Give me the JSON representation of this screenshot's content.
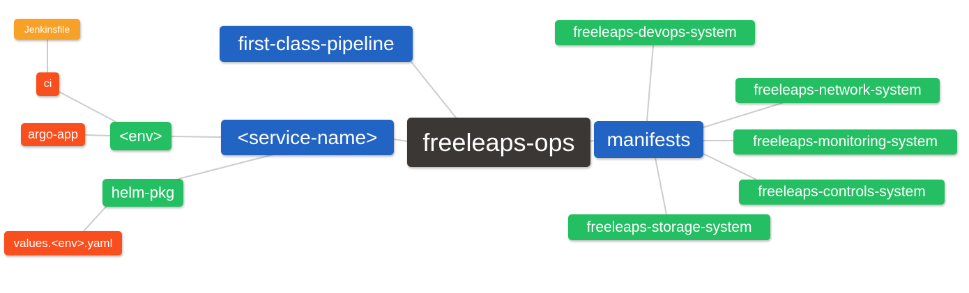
{
  "colors": {
    "blue": "#2164c4",
    "green": "#23bf62",
    "red": "#f94e1d",
    "orange": "#f7a128",
    "dark": "#3b3735",
    "edge": "#cccccc",
    "background": "#ffffff"
  },
  "diagram": {
    "type": "mindmap",
    "root": "freeleaps-ops",
    "nodes": {
      "jenkinsfile": {
        "label": "Jenkinsfile",
        "color": "orange"
      },
      "ci": {
        "label": "ci",
        "color": "red"
      },
      "argo_app": {
        "label": "argo-app",
        "color": "red"
      },
      "env": {
        "label": "<env>",
        "color": "green"
      },
      "helm_pkg": {
        "label": "helm-pkg",
        "color": "green"
      },
      "values_env_yaml": {
        "label": "values.<env>.yaml",
        "color": "red"
      },
      "first_class_pipeline": {
        "label": "first-class-pipeline",
        "color": "blue"
      },
      "service_name": {
        "label": "<service-name>",
        "color": "blue"
      },
      "freeleaps_ops": {
        "label": "freeleaps-ops",
        "color": "dark"
      },
      "manifests": {
        "label": "manifests",
        "color": "blue"
      },
      "devops_system": {
        "label": "freeleaps-devops-system",
        "color": "green"
      },
      "network_system": {
        "label": "freeleaps-network-system",
        "color": "green"
      },
      "monitoring_system": {
        "label": "freeleaps-monitoring-system",
        "color": "green"
      },
      "controls_system": {
        "label": "freeleaps-controls-system",
        "color": "green"
      },
      "storage_system": {
        "label": "freeleaps-storage-system",
        "color": "green"
      }
    },
    "edges": [
      [
        "jenkinsfile",
        "ci"
      ],
      [
        "ci",
        "env"
      ],
      [
        "argo_app",
        "env"
      ],
      [
        "env",
        "service_name"
      ],
      [
        "values_env_yaml",
        "helm_pkg"
      ],
      [
        "helm_pkg",
        "service_name"
      ],
      [
        "service_name",
        "freeleaps_ops"
      ],
      [
        "first_class_pipeline",
        "freeleaps_ops"
      ],
      [
        "freeleaps_ops",
        "manifests"
      ],
      [
        "manifests",
        "devops_system"
      ],
      [
        "manifests",
        "network_system"
      ],
      [
        "manifests",
        "monitoring_system"
      ],
      [
        "manifests",
        "controls_system"
      ],
      [
        "manifests",
        "storage_system"
      ]
    ]
  }
}
